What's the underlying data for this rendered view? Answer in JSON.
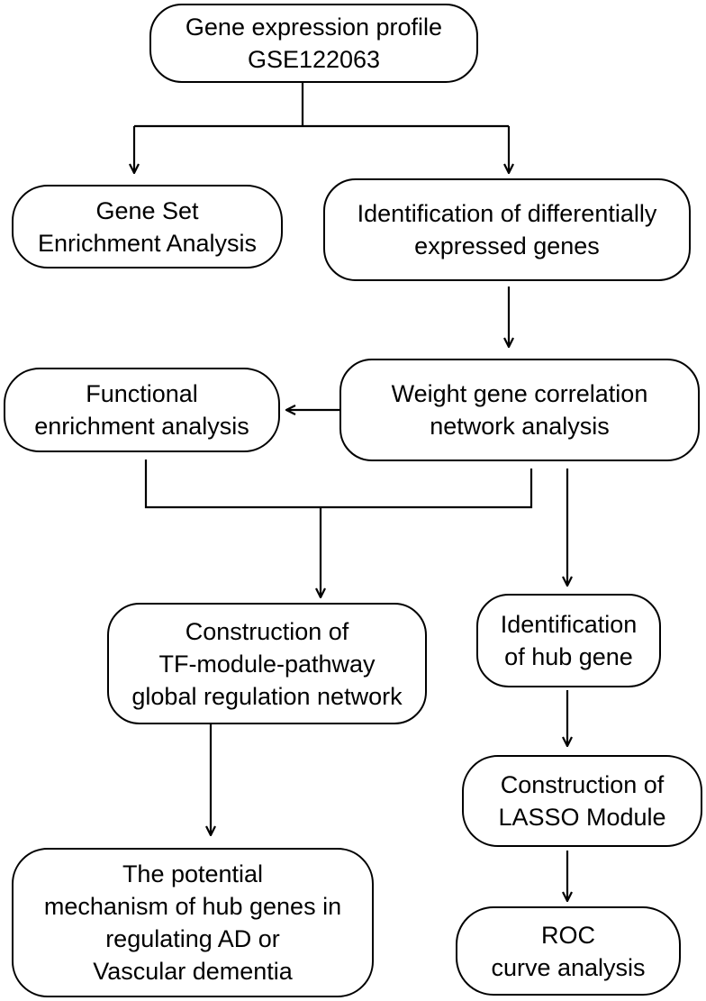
{
  "diagram": {
    "nodes": [
      {
        "id": "gene-expression-profile",
        "lines": [
          "Gene expression profile",
          "GSE122063"
        ]
      },
      {
        "id": "gsea",
        "lines": [
          "Gene Set",
          "Enrichment Analysis"
        ]
      },
      {
        "id": "deg-identification",
        "lines": [
          "Identification of differentially",
          "expressed genes"
        ]
      },
      {
        "id": "functional-enrichment",
        "lines": [
          "Functional",
          "enrichment analysis"
        ]
      },
      {
        "id": "wgcna",
        "lines": [
          "Weight gene correlation",
          "network analysis"
        ]
      },
      {
        "id": "tf-module-pathway",
        "lines": [
          "Construction of",
          "TF-module-pathway",
          "global regulation network"
        ]
      },
      {
        "id": "hub-gene-identification",
        "lines": [
          "Identification",
          "of hub gene"
        ]
      },
      {
        "id": "lasso-module",
        "lines": [
          "Construction of",
          "LASSO Module"
        ]
      },
      {
        "id": "potential-mechanism",
        "lines": [
          "The potential",
          "mechanism of hub genes in",
          "regulating AD or",
          "Vascular dementia"
        ]
      },
      {
        "id": "roc-analysis",
        "lines": [
          "ROC",
          "curve analysis"
        ]
      }
    ],
    "edges": [
      {
        "from": "gene-expression-profile",
        "to": "gsea"
      },
      {
        "from": "gene-expression-profile",
        "to": "deg-identification"
      },
      {
        "from": "deg-identification",
        "to": "wgcna"
      },
      {
        "from": "wgcna",
        "to": "functional-enrichment"
      },
      {
        "from": "functional-enrichment",
        "to": "tf-module-pathway"
      },
      {
        "from": "wgcna",
        "to": "tf-module-pathway"
      },
      {
        "from": "wgcna",
        "to": "hub-gene-identification"
      },
      {
        "from": "hub-gene-identification",
        "to": "lasso-module"
      },
      {
        "from": "lasso-module",
        "to": "roc-analysis"
      },
      {
        "from": "tf-module-pathway",
        "to": "potential-mechanism"
      }
    ]
  }
}
